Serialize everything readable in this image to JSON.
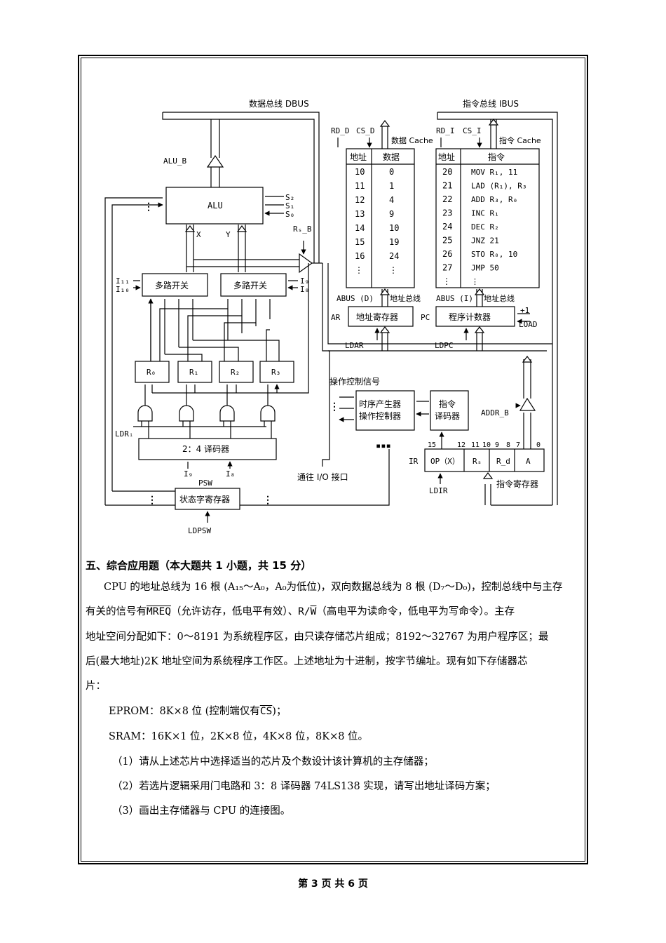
{
  "diagram": {
    "dbus": "数据总线 DBUS",
    "ibus": "指令总线 IBUS",
    "alu": "ALU",
    "alu_b": "ALU_B",
    "s2": "S₂",
    "s1": "S₁",
    "s0": "S₀",
    "x": "X",
    "y": "Y",
    "rs_b": "Rₛ_B",
    "mux": "多路开关",
    "i11": "I₁₁",
    "i10": "I₁₀",
    "i9": "I₉",
    "i8": "I₈",
    "regs": [
      "R₀",
      "R₁",
      "R₂",
      "R₃"
    ],
    "ldri": "LDRᵢ",
    "decoder24": "2：4 译码器",
    "dec_i9": "I₉",
    "dec_i8": "I₈",
    "psw": "PSW",
    "psw_reg": "状态字寄存器",
    "ldpsw": "LDPSW",
    "io": "通往 I/O 接口",
    "rd_d": "RD_D",
    "cs_d": "CS_D",
    "data_cache": "数据 Cache",
    "rd_i": "RD_I",
    "cs_i": "CS_I",
    "instr_cache": "指令 Cache",
    "data_table": {
      "headers": [
        "地址",
        "数据"
      ],
      "rows": [
        [
          "10",
          "0"
        ],
        [
          "11",
          "1"
        ],
        [
          "12",
          "4"
        ],
        [
          "13",
          "9"
        ],
        [
          "14",
          "10"
        ],
        [
          "15",
          "19"
        ],
        [
          "16",
          "24"
        ],
        [
          "⋮",
          "⋮"
        ]
      ]
    },
    "instr_table": {
      "headers": [
        "地址",
        "指令"
      ],
      "rows": [
        [
          "20",
          "MOV R₁, 11"
        ],
        [
          "21",
          "LAD (R₁), R₃"
        ],
        [
          "22",
          "ADD R₃, R₀"
        ],
        [
          "23",
          "INC R₁"
        ],
        [
          "24",
          "DEC R₂"
        ],
        [
          "25",
          "JNZ 21"
        ],
        [
          "26",
          "STO R₀, 10"
        ],
        [
          "27",
          "JMP 50"
        ],
        [
          "⋮",
          "⋮"
        ]
      ]
    },
    "abus_d": "ABUS (D)",
    "abus_i": "ABUS (I)",
    "addr_bus": "地址总线",
    "ar": "AR",
    "ar_reg": "地址寄存器",
    "ldar": "LDAR",
    "pc": "PC",
    "pc_reg": "程序计数器",
    "ldpc": "LDPC",
    "plus1": "+1",
    "load": "LOAD",
    "ctrl_signal": "操作控制信号",
    "timing": "时序产生器",
    "op_ctrl": "操作控制器",
    "instr_dec1": "指令",
    "instr_dec2": "译码器",
    "addr_b": "ADDR_B",
    "ir": "IR",
    "ir_bits": [
      "15",
      "12",
      "11",
      "10",
      "9",
      "8",
      "7",
      "0"
    ],
    "ir_fields": [
      "OP（X）",
      "Rₛ",
      "R_d",
      "A"
    ],
    "ldir": "LDIR",
    "ir_label": "指令寄存器",
    "dots": "⋮",
    "hdots": "▪▪▪"
  },
  "question": {
    "title": "五、综合应用题（本大题共 1 小题，共 15 分）",
    "p1": "CPU 的地址总线为 16 根 (A₁₅～A₀，A₀为低位)，双向数据总线为 8 根 (D₇～D₀)，控制总线中与主存",
    "p2a": "有关的信号有",
    "mreq": "MREQ",
    "p2b": "（允许访存，低电平有效）、",
    "rw_r": "R/",
    "rw_w": "W",
    "p2c": "（高电平为读命令，低电平为写命令）。主存",
    "p3": "地址空间分配如下：0～8191 为系统程序区，由只读存储芯片组成；8192～32767 为用户程序区；最",
    "p4": "后(最大地址)2K 地址空间为系统程序工作区。上述地址为十进制，按字节编址。现有如下存储器芯",
    "p5": "片：",
    "eprom_a": "EPROM：8K×8 位 (控制端仅有",
    "cs": "CS",
    "eprom_b": ")；",
    "sram": "SRAM：16K×1 位，2K×8 位，4K×8 位，8K×8 位。",
    "q1": "（1）请从上述芯片中选择适当的芯片及个数设计该计算机的主存储器；",
    "q2": "（2）若选片逻辑采用门电路和 3：8 译码器 74LS138 实现，请写出地址译码方案；",
    "q3": "（3）画出主存储器与 CPU 的连接图。"
  },
  "footer": "第 3 页 共 6 页"
}
